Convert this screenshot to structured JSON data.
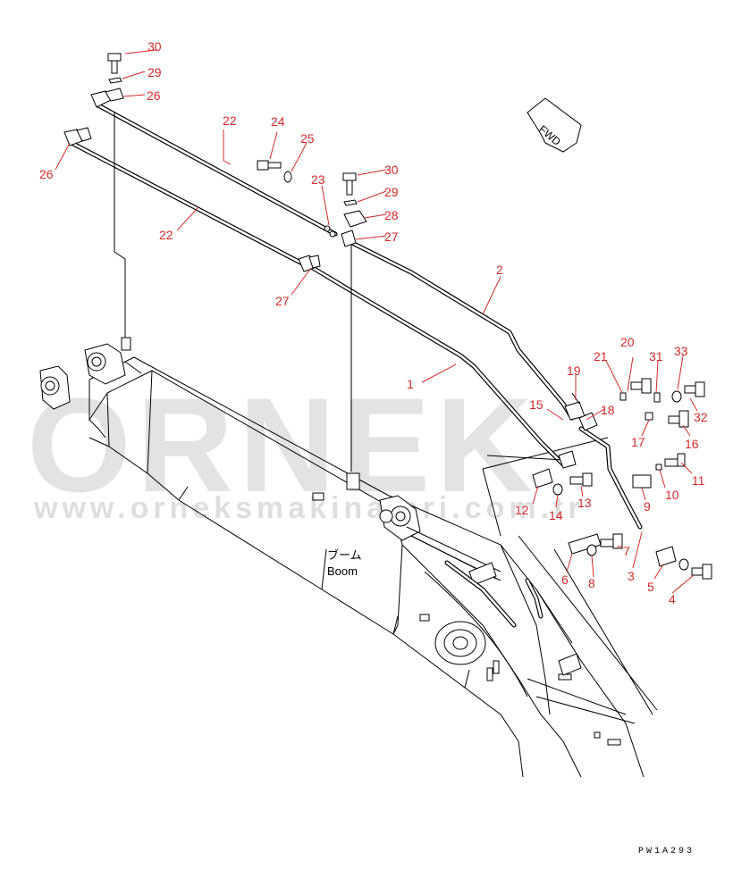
{
  "diagram": {
    "boom_label_jp": "ブーム",
    "boom_label_en": "Boom",
    "fwd_label": "FWD",
    "drawing_ref": "PW1A293",
    "watermark_big": "ORNEK",
    "watermark_url": "www.orneksmakinalari.com.tr",
    "callouts": {
      "c1": "1",
      "c2": "2",
      "c3": "3",
      "c4": "4",
      "c5": "5",
      "c6": "6",
      "c7": "7",
      "c8": "8",
      "c9": "9",
      "c10": "10",
      "c11": "11",
      "c12": "12",
      "c13": "13",
      "c14": "14",
      "c15": "15",
      "c16": "16",
      "c17": "17",
      "c18": "18",
      "c19": "19",
      "c20": "20",
      "c21": "21",
      "c22a": "22",
      "c22b": "22",
      "c23": "23",
      "c24": "24",
      "c25": "25",
      "c26a": "26",
      "c26b": "26",
      "c27a": "27",
      "c27b": "27",
      "c28": "28",
      "c29a": "29",
      "c29b": "29",
      "c30a": "30",
      "c30b": "30",
      "c31": "31",
      "c32": "32",
      "c33": "33"
    },
    "accent_color": "#d42a2a"
  }
}
